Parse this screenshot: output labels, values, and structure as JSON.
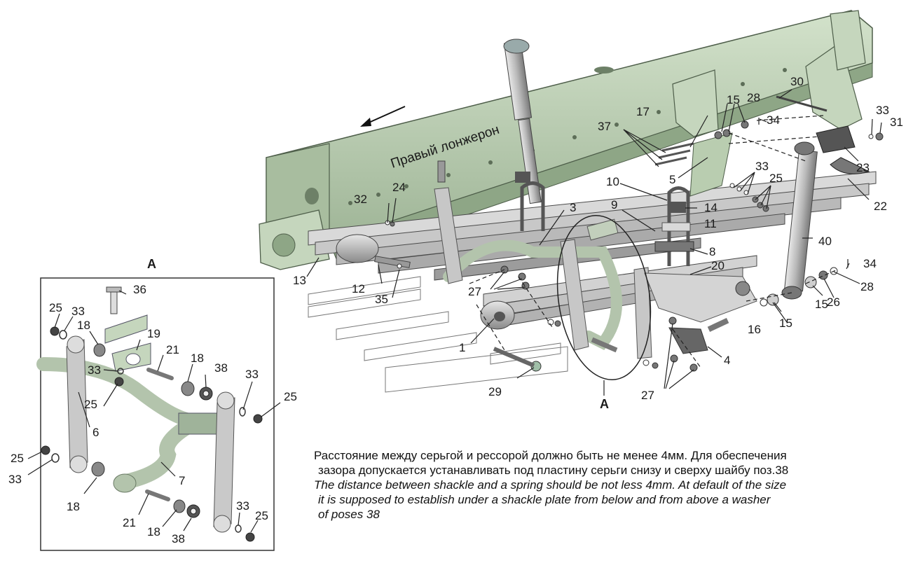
{
  "beam_label": "Правый лонжерон",
  "view_label": "A",
  "view_callout": "A",
  "callouts": [
    "1",
    "3",
    "4",
    "5",
    "8",
    "9",
    "10",
    "11",
    "12",
    "13",
    "14",
    "15",
    "15",
    "15",
    "16",
    "17",
    "20",
    "22",
    "23",
    "24",
    "25",
    "26",
    "27",
    "27",
    "28",
    "28",
    "29",
    "30",
    "31",
    "32",
    "33",
    "33",
    "34",
    "34",
    "35",
    "37",
    "40"
  ],
  "detail_callouts": [
    "6",
    "7",
    "18",
    "18",
    "18",
    "18",
    "19",
    "21",
    "21",
    "25",
    "25",
    "25",
    "25",
    "33",
    "33",
    "33",
    "33",
    "33",
    "36",
    "38",
    "38"
  ],
  "note": {
    "ru_line1": "Расстояние между серьгой и рессорой должно быть не менее 4мм. Для обеспечения",
    "ru_line2": "зазора допускается устанавливать под пластину серьги снизу и сверху шайбу поз.38",
    "en_line1": "The distance between shackle and a spring should be not less 4mm. At default of the size",
    "en_line2": "it is supposed to establish under a shackle plate from below and from above a washer",
    "en_line3": "of poses 38"
  },
  "colors": {
    "frame_green": "#b9cdb0",
    "frame_dark": "#8ea686",
    "part_gray": "#c9c9c9",
    "part_dark": "#6f6f6f",
    "line": "#222222"
  }
}
